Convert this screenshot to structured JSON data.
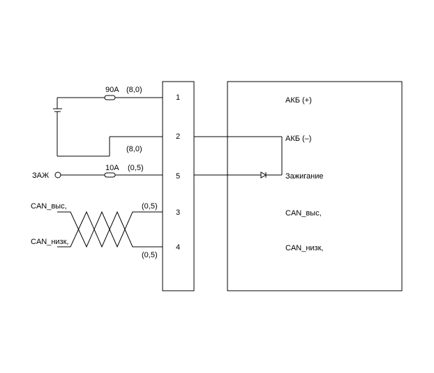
{
  "connector": {
    "pins": [
      {
        "number": "1"
      },
      {
        "number": "2"
      },
      {
        "number": "5"
      },
      {
        "number": "3"
      },
      {
        "number": "4"
      }
    ]
  },
  "wiring": {
    "fuse_main_rating": "90A",
    "fuse_main_wire": "(8,0)",
    "ground_wire": "(8,0)",
    "ignition_source": "ЗАЖ",
    "fuse_ign_rating": "10A",
    "fuse_ign_wire": "(0,5)",
    "can_high_label": "CAN_выс,",
    "can_low_label": "CAN_низк,",
    "can_high_wire": "(0,5)",
    "can_low_wire": "(0,5)"
  },
  "module": {
    "terminals": [
      {
        "label": "АКБ (+)"
      },
      {
        "label": "АКБ (–)"
      },
      {
        "label": "Зажигание"
      },
      {
        "label": "CAN_выс,"
      },
      {
        "label": "CAN_низк,"
      }
    ]
  }
}
